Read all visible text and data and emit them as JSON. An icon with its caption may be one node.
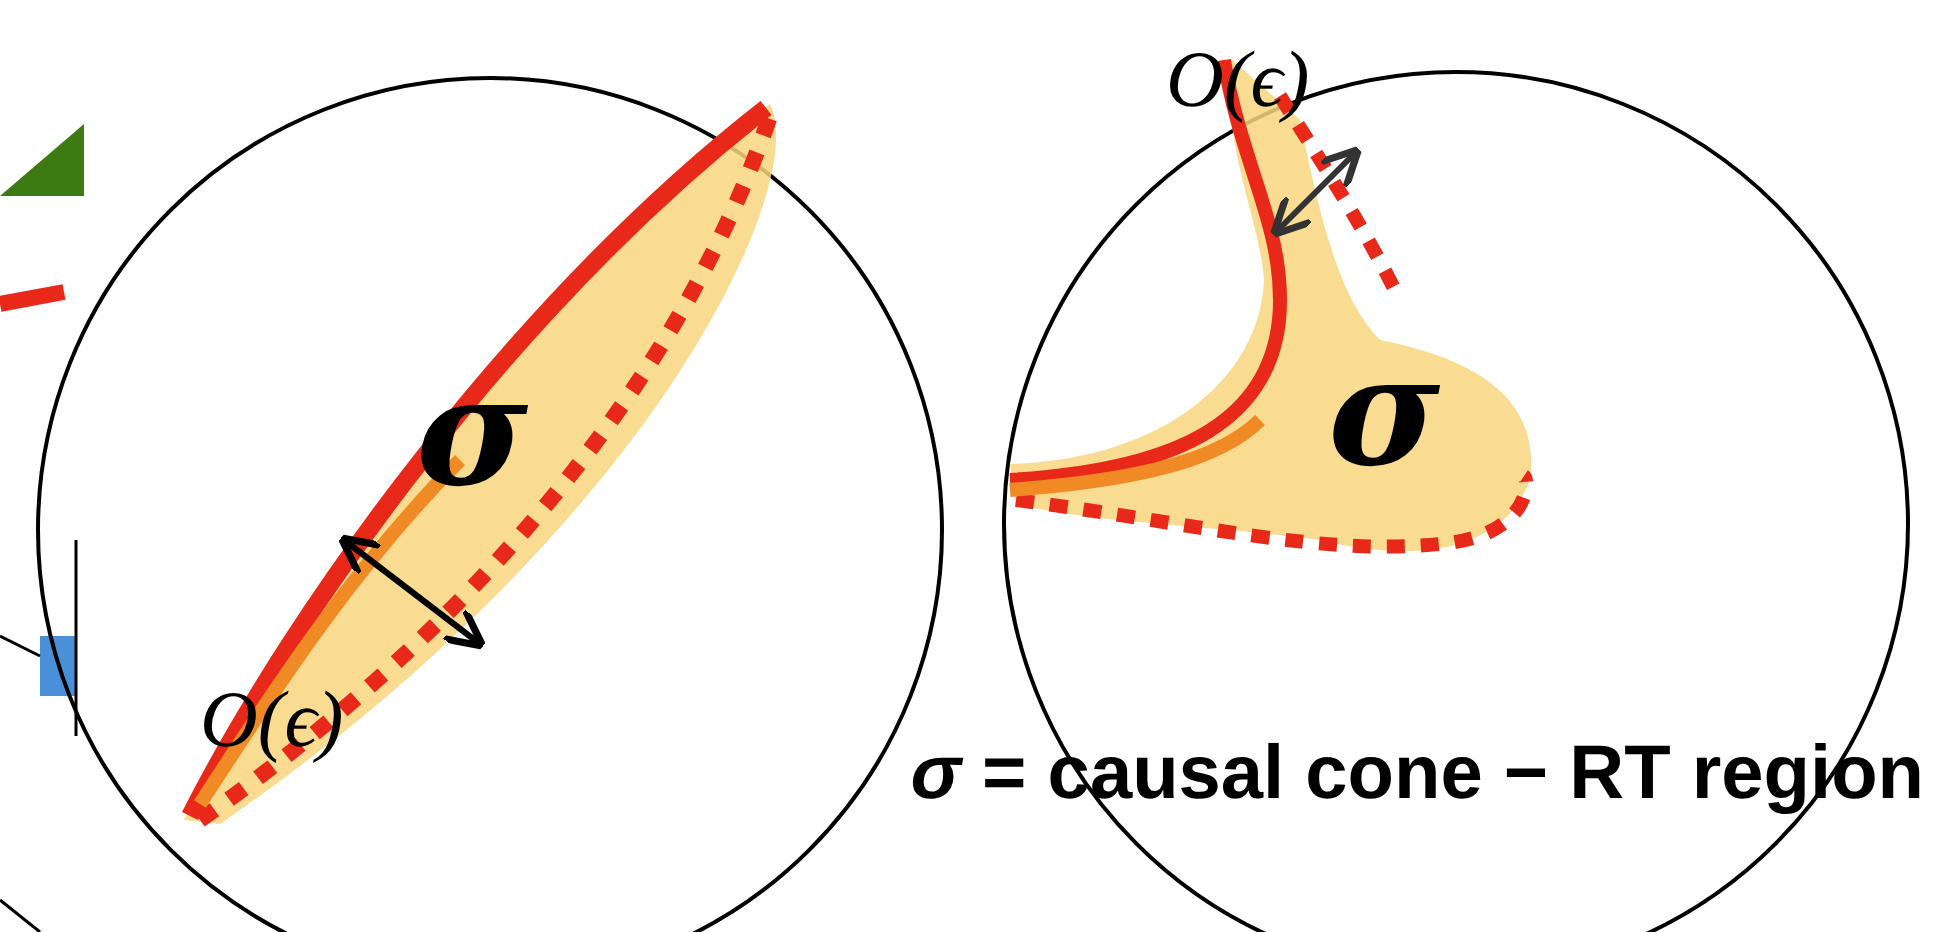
{
  "diagram": {
    "labels": [
      "O(ϵ)",
      "σ",
      "σ",
      "O(ϵ)",
      "*σ* = causal cone − RT region"
    ]
  }
}
